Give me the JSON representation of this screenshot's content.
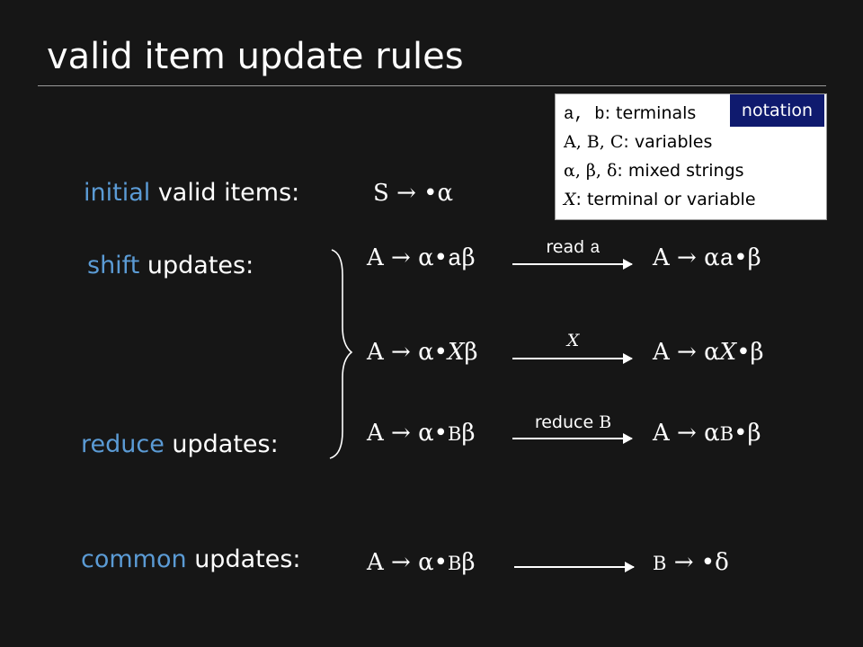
{
  "slide": {
    "title": "valid item update rules"
  },
  "notation": {
    "tag": "notation",
    "line1_syms": "a, b",
    "line1_rest": ": terminals",
    "line2_syms": "A, B, C",
    "line2_rest": ": variables",
    "line3_syms": "α, β, δ",
    "line3_rest": ": mixed strings",
    "line4_syms": "X",
    "line4_rest": ": terminal or variable"
  },
  "initial": {
    "label_hl": "initial",
    "label_rest": " valid items:",
    "item_lhs": "S",
    "item_rhs": "•α"
  },
  "shift": {
    "label_hl": "shift",
    "label_rest": " updates:",
    "rule1": {
      "from_lhs": "A",
      "from_pre": "α•",
      "from_sym": "a",
      "from_post": "β",
      "arrow_text": "read ",
      "arrow_sym": "a",
      "to_lhs": "A",
      "to_pre": "α",
      "to_sym": "a",
      "to_post": "•β"
    },
    "rule2": {
      "from_lhs": "A",
      "from_pre": "α•",
      "from_sym": "X",
      "from_post": "β",
      "arrow_sym": "X",
      "to_lhs": "A",
      "to_pre": "α",
      "to_sym": "X",
      "to_post": "•β"
    }
  },
  "reduce": {
    "label_hl": "reduce",
    "label_rest": " updates:",
    "rule": {
      "from_lhs": "A",
      "from_pre": "α•",
      "from_sym": "B",
      "from_post": "β",
      "arrow_text": "reduce ",
      "arrow_sym": "B",
      "to_lhs": "A",
      "to_pre": "α",
      "to_sym": "B",
      "to_post": "•β"
    }
  },
  "common": {
    "label_hl": "common",
    "label_rest": " updates:",
    "rule": {
      "from_lhs": "A",
      "from_pre": "α•",
      "from_sym": "B",
      "from_post": "β",
      "to_lhs": "B",
      "to_rhs": "•δ"
    }
  },
  "symbols": {
    "derives": "→"
  },
  "colors": {
    "background": "#161616",
    "highlight": "#5b9bd5",
    "notation_tag": "#0f1a6e"
  }
}
